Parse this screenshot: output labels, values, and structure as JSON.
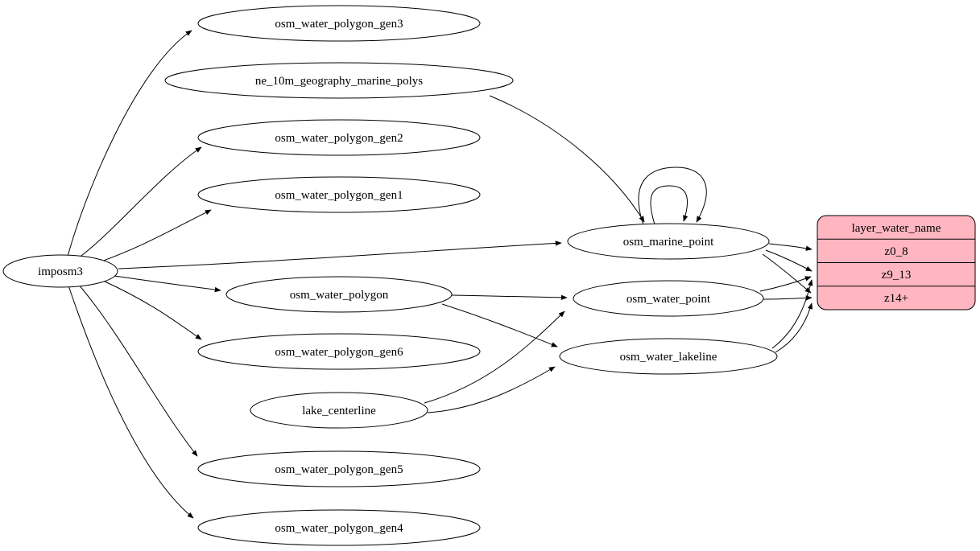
{
  "diagram": {
    "type": "graphviz-etl-graph",
    "nodes": {
      "imposm3": "imposm3",
      "osm_water_polygon_gen3": "osm_water_polygon_gen3",
      "ne_10m_geography_marine_polys": "ne_10m_geography_marine_polys",
      "osm_water_polygon_gen2": "osm_water_polygon_gen2",
      "osm_water_polygon_gen1": "osm_water_polygon_gen1",
      "osm_marine_point": "osm_marine_point",
      "osm_water_polygon": "osm_water_polygon",
      "osm_water_point": "osm_water_point",
      "osm_water_polygon_gen6": "osm_water_polygon_gen6",
      "osm_water_lakeline": "osm_water_lakeline",
      "lake_centerline": "lake_centerline",
      "osm_water_polygon_gen5": "osm_water_polygon_gen5",
      "osm_water_polygon_gen4": "osm_water_polygon_gen4"
    },
    "record": {
      "title": "layer_water_name",
      "rows": [
        "z0_8",
        "z9_13",
        "z14+"
      ],
      "fill": "#ffb6c1",
      "stroke": "#000000"
    },
    "edges": [
      [
        "imposm3",
        "osm_water_polygon_gen3"
      ],
      [
        "imposm3",
        "osm_water_polygon_gen2"
      ],
      [
        "imposm3",
        "osm_water_polygon_gen1"
      ],
      [
        "imposm3",
        "osm_marine_point"
      ],
      [
        "imposm3",
        "osm_water_polygon"
      ],
      [
        "imposm3",
        "osm_water_polygon_gen6"
      ],
      [
        "imposm3",
        "osm_water_polygon_gen5"
      ],
      [
        "imposm3",
        "osm_water_polygon_gen4"
      ],
      [
        "ne_10m_geography_marine_polys",
        "osm_marine_point"
      ],
      [
        "osm_marine_point",
        "osm_marine_point"
      ],
      [
        "osm_marine_point",
        "osm_marine_point"
      ],
      [
        "osm_water_polygon",
        "osm_water_point"
      ],
      [
        "osm_water_polygon",
        "osm_water_lakeline"
      ],
      [
        "lake_centerline",
        "osm_water_point"
      ],
      [
        "lake_centerline",
        "osm_water_lakeline"
      ],
      [
        "osm_marine_point",
        "layer_water_name:z0_8"
      ],
      [
        "osm_marine_point",
        "layer_water_name:z9_13"
      ],
      [
        "osm_marine_point",
        "layer_water_name:z14+"
      ],
      [
        "osm_water_point",
        "layer_water_name:z9_13"
      ],
      [
        "osm_water_point",
        "layer_water_name:z14+"
      ],
      [
        "osm_water_lakeline",
        "layer_water_name:z9_13"
      ],
      [
        "osm_water_lakeline",
        "layer_water_name:z14+"
      ]
    ]
  }
}
